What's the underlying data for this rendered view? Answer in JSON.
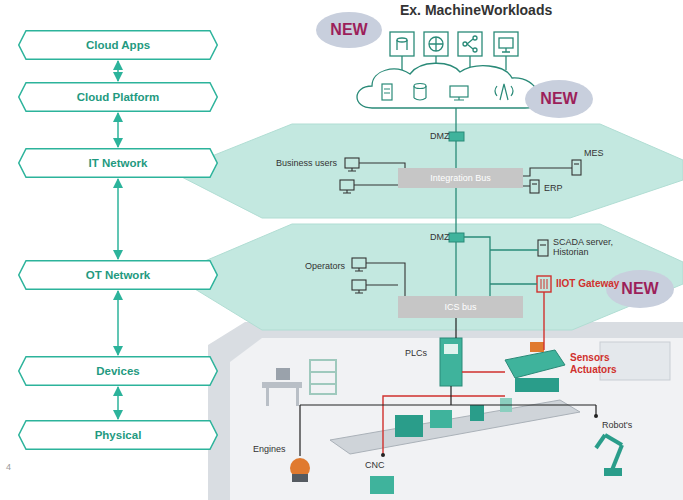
{
  "diagram": {
    "title": "Ex. MachineWorkloads",
    "nodes": [
      {
        "text": [
          "Cloud Apps"
        ]
      },
      {
        "text": [
          "Cloud Platform"
        ]
      },
      {
        "text": [
          "IT Network"
        ]
      },
      {
        "text": [
          "OT Network"
        ]
      },
      {
        "text": [
          "Devices"
        ]
      },
      {
        "text": [
          "Physical"
        ]
      },
      {
        "text": [
          "NEW"
        ]
      },
      {
        "text": [
          "NEW"
        ]
      },
      {
        "text": [
          "NEW"
        ]
      },
      {
        "text": [
          "Integration Bus"
        ]
      },
      {
        "text": [
          "ICS bus"
        ]
      }
    ],
    "edges": [
      {
        "from": 0,
        "to": 1,
        "arrow": "both"
      },
      {
        "from": 1,
        "to": 2,
        "arrow": "both"
      },
      {
        "from": 2,
        "to": 3,
        "arrow": "both"
      },
      {
        "from": 3,
        "to": 4,
        "arrow": "both"
      },
      {
        "from": 4,
        "to": 5,
        "arrow": "both"
      }
    ],
    "labels": [
      "DMZ",
      "Business users",
      "MES",
      "ERP",
      "DMZ",
      "Operators",
      "SCADA server, Historian",
      "IIOT Gateway",
      "PLCs",
      "Sensors Actuators",
      "Engines",
      "CNC",
      "Robot's",
      "4"
    ]
  }
}
